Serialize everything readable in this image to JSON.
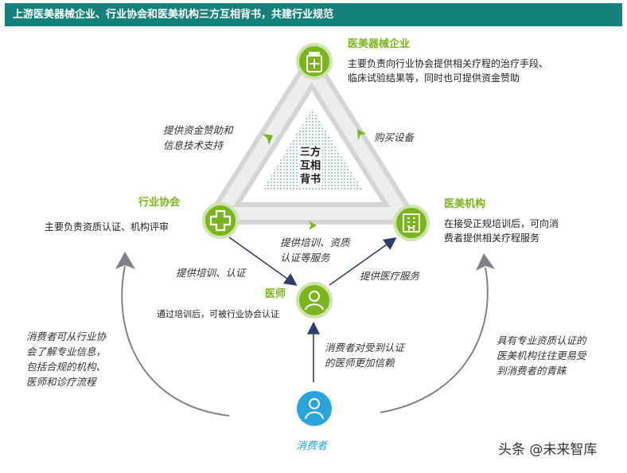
{
  "header": {
    "title": "上游医美器械企业、行业协会和医美机构三方互相背书，共建行业规范"
  },
  "center": {
    "lines": [
      "三方",
      "互相",
      "背书"
    ]
  },
  "nodes": {
    "enterprise": {
      "title": "医美器械企业",
      "desc": [
        "主要负责向行业协会提供相关疗程的治疗手段、",
        "临床试验结果等，同时也可提供资金赞助"
      ]
    },
    "association": {
      "title": "行业协会",
      "desc": [
        "主要负责资质认证、机构评审"
      ]
    },
    "institution": {
      "title": "医美机构",
      "desc": [
        "在接受正规培训后，可向消",
        "费者提供相关疗程服务"
      ]
    },
    "doctor": {
      "title": "医师",
      "desc": [
        "通过培训后，可被行业协会认证"
      ]
    },
    "consumer": {
      "title": "消费者"
    }
  },
  "edges": {
    "enterprise_to_association": [
      "提供资金赞助和",
      "信息技术支持"
    ],
    "institution_to_enterprise": [
      "购买设备"
    ],
    "association_to_institution": [
      "提供培训、资质",
      "认证等服务"
    ],
    "association_to_doctor": [
      "提供培训、认证"
    ],
    "doctor_to_institution": [
      "提供医疗服务"
    ],
    "consumer_to_doctor": [
      "消费者对受到认证",
      "的医师更加信赖"
    ],
    "consumer_to_association": [
      "消费者可从行业协",
      "会了解专业信息，",
      "包括合规的机构、",
      "医师和诊疗流程"
    ],
    "consumer_to_institution": [
      "具有专业资质认证的",
      "医美机构往往更易受",
      "到消费者的青睐"
    ]
  },
  "watermark": "头条 @未来智库",
  "colors": {
    "teal": "#14817a",
    "green": "#7ab51d",
    "blue": "#2aa4dc",
    "navy": "#2d3f6b",
    "gray": "#7f8386"
  }
}
